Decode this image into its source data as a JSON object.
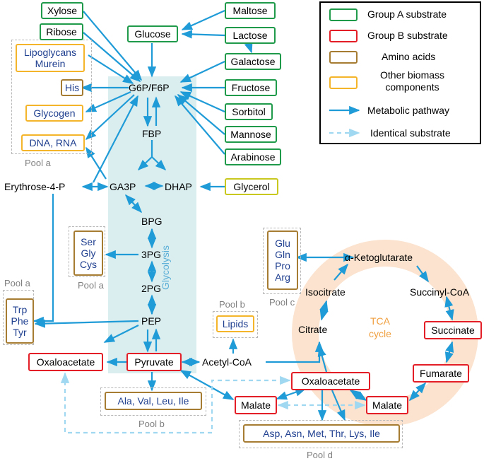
{
  "legend": {
    "group_a": "Group A substrate",
    "group_b": "Group B substrate",
    "amino": "Amino acids",
    "other": "Other biomass\ncomponents",
    "pathway": "Metabolic pathway",
    "identical": "Identical substrate"
  },
  "colors": {
    "group_a": "#1f9a4a",
    "group_b": "#e41e26",
    "amino": "#a67c32",
    "other": "#f5b52a",
    "arrow": "#1f9bd7",
    "dashed": "#9fd8f0",
    "glycolysis_band": "#daeef0",
    "tca_ring": "#fbe3cf",
    "tca_label": "#f0a040",
    "glycolysis_label": "#5aaed6",
    "pool_label": "#808080"
  },
  "sugars": {
    "xylose": "Xylose",
    "ribose": "Ribose",
    "maltose": "Maltose",
    "glucose": "Glucose",
    "lactose": "Lactose",
    "galactose": "Galactose",
    "fructose": "Fructose",
    "sorbitol": "Sorbitol",
    "mannose": "Mannose",
    "arabinose": "Arabinose",
    "glycerol": "Glycerol"
  },
  "biomass": {
    "lipoglycans": "Lipoglycans\nMurein",
    "his": "His",
    "glycogen": "Glycogen",
    "dna_rna": "DNA, RNA",
    "ser_gly_cys": "Ser\nGly\nCys",
    "trp_phe_tyr": "Trp\nPhe\nTyr",
    "lipids": "Lipids",
    "glu_gln_pro_arg": "Glu\nGln\nPro\nArg",
    "ala_val_leu_ile": "Ala, Val, Leu, Ile",
    "asp_group": "Asp, Asn, Met, Thr, Lys, Ile"
  },
  "group_b": {
    "pyruvate": "Pyruvate",
    "oxaloacetate_left": "Oxaloacetate",
    "oxaloacetate_tca": "Oxaloacetate",
    "malate_left": "Malate",
    "malate_tca": "Malate",
    "succinate": "Succinate",
    "fumarate": "Fumarate"
  },
  "metabolites": {
    "g6p_f6p": "G6P/F6P",
    "fbp": "FBP",
    "ga3p": "GA3P",
    "dhap": "DHAP",
    "erythrose": "Erythrose-4-P",
    "bpg": "BPG",
    "pg3": "3PG",
    "pg2": "2PG",
    "pep": "PEP",
    "acetyl_coa": "Acetyl-CoA",
    "citrate": "Citrate",
    "isocitrate": "Isocitrate",
    "akg": "α-Ketoglutarate",
    "succinyl_coa": "Succinyl-CoA"
  },
  "pools": {
    "pool_a_top": "Pool a",
    "pool_a_ser": "Pool a",
    "pool_a_trp": "Pool a",
    "pool_b_lipids": "Pool b",
    "pool_b_ala": "Pool b",
    "pool_c": "Pool c",
    "pool_d": "Pool d"
  },
  "labels": {
    "glycolysis": "Glycolysis",
    "tca": "TCA\ncycle"
  }
}
